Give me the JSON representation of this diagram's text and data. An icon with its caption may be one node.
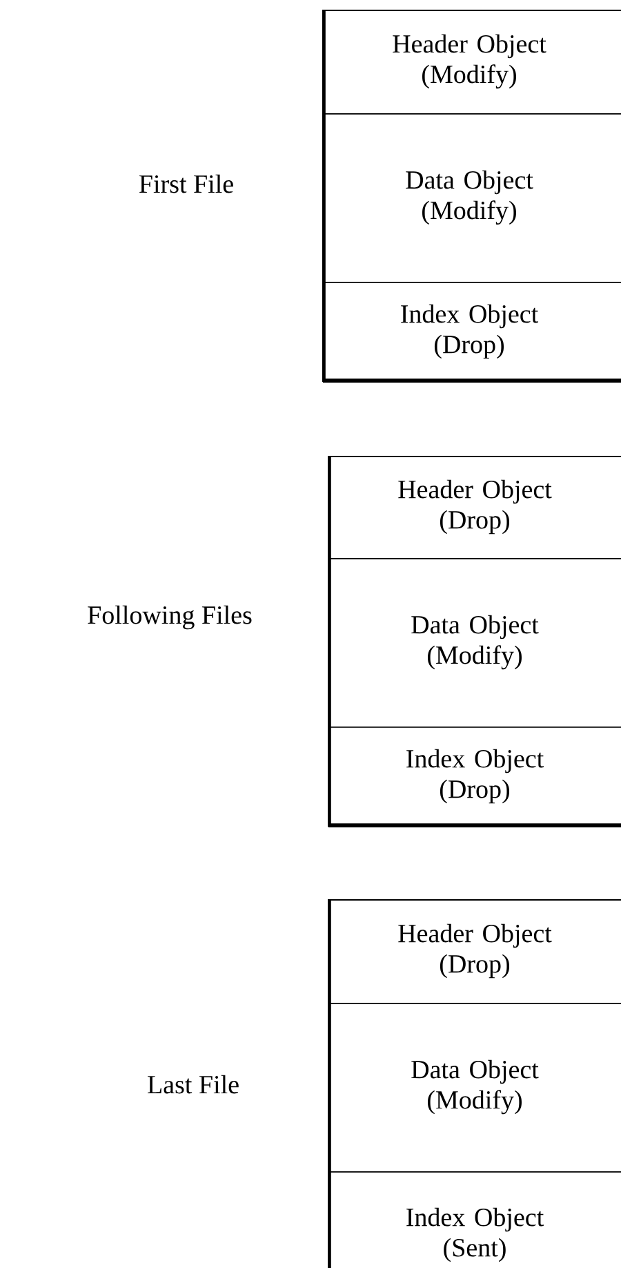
{
  "diagram": {
    "nodes": [
      {
        "text": [],
        "shape": "box",
        "beside": [
          "First File"
        ]
      },
      {
        "text": [
          "Header Object (Modify)"
        ],
        "in": 0
      },
      {
        "text": [
          "Data Object (Modify)"
        ],
        "in": 0
      },
      {
        "text": [
          "Index Object (Drop)"
        ],
        "in": 0
      },
      {
        "text": [],
        "shape": "box",
        "beside": [
          "Following Files"
        ]
      },
      {
        "text": [
          "Header Object (Drop)"
        ],
        "in": 4
      },
      {
        "text": [
          "Data Object (Modify)"
        ],
        "in": 4
      },
      {
        "text": [
          "Index Object (Drop)"
        ],
        "in": 4
      },
      {
        "text": [],
        "shape": "box",
        "beside": [
          "Last File"
        ]
      },
      {
        "text": [
          "Header Object (Drop)"
        ],
        "in": 8
      },
      {
        "text": [
          "Data Object (Modify)"
        ],
        "in": 8
      },
      {
        "text": [
          "Index Object (Sent)"
        ],
        "in": 8
      }
    ]
  }
}
